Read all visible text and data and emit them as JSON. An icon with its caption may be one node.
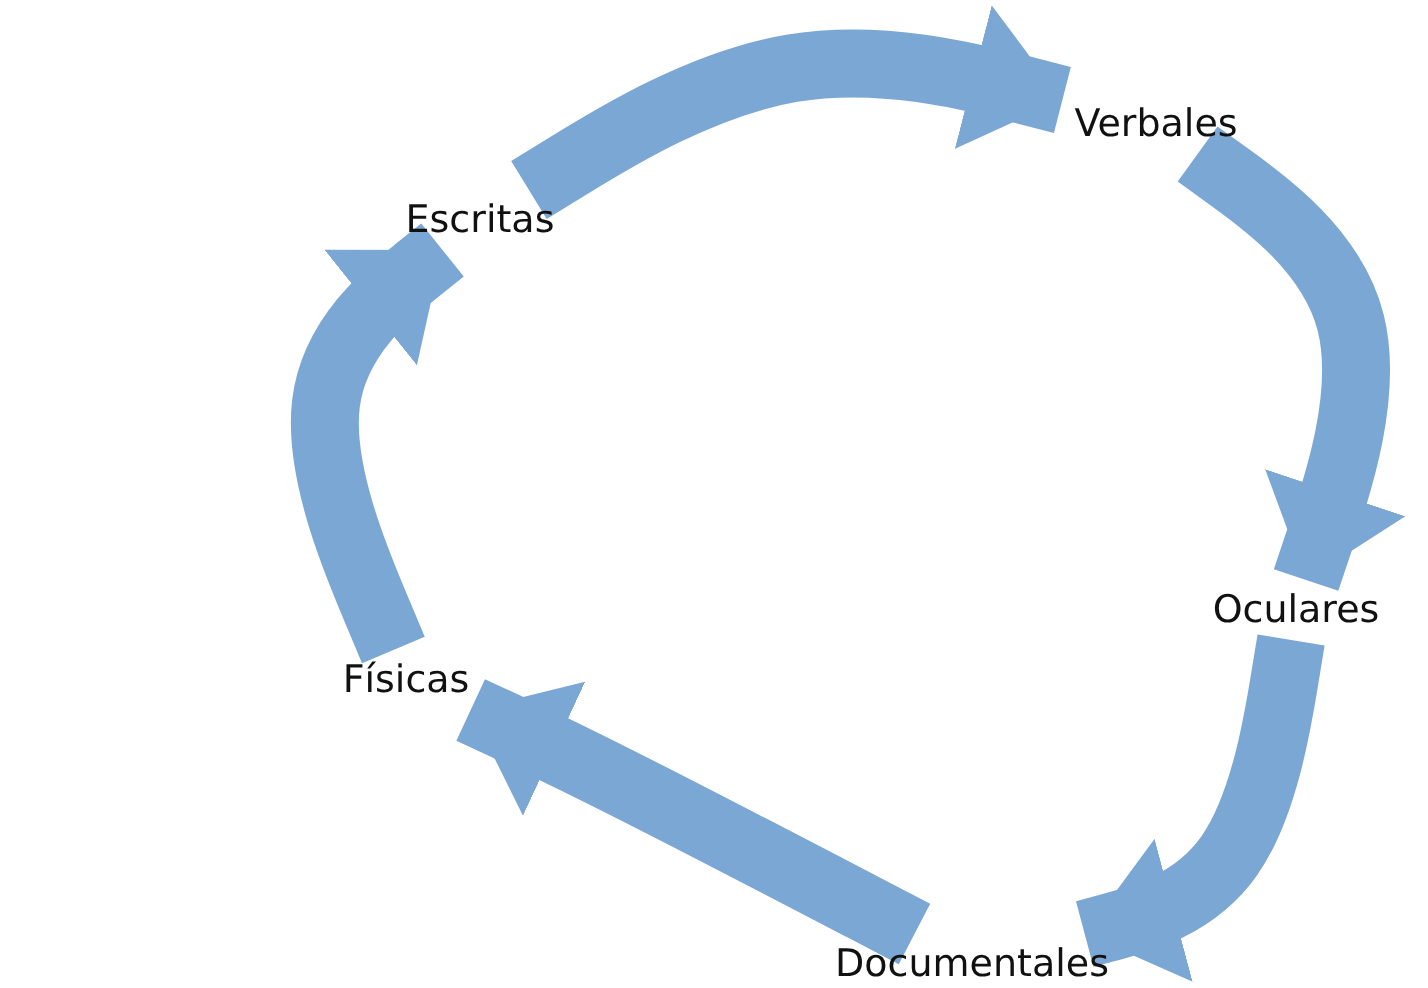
{
  "diagram": {
    "nodes": [
      {
        "text": [
          "Escritas"
        ]
      },
      {
        "text": [
          "Verbales"
        ]
      },
      {
        "text": [
          "Oculares"
        ]
      },
      {
        "text": [
          "Documentales"
        ]
      },
      {
        "text": [
          "Físicas"
        ]
      }
    ],
    "edges": [
      {
        "from": 0,
        "to": 1,
        "arrow": "to"
      },
      {
        "from": 1,
        "to": 2,
        "arrow": "to"
      },
      {
        "from": 2,
        "to": 3,
        "arrow": "to"
      },
      {
        "from": 3,
        "to": 4,
        "arrow": "to"
      },
      {
        "from": 4,
        "to": 0,
        "arrow": "to"
      }
    ]
  }
}
